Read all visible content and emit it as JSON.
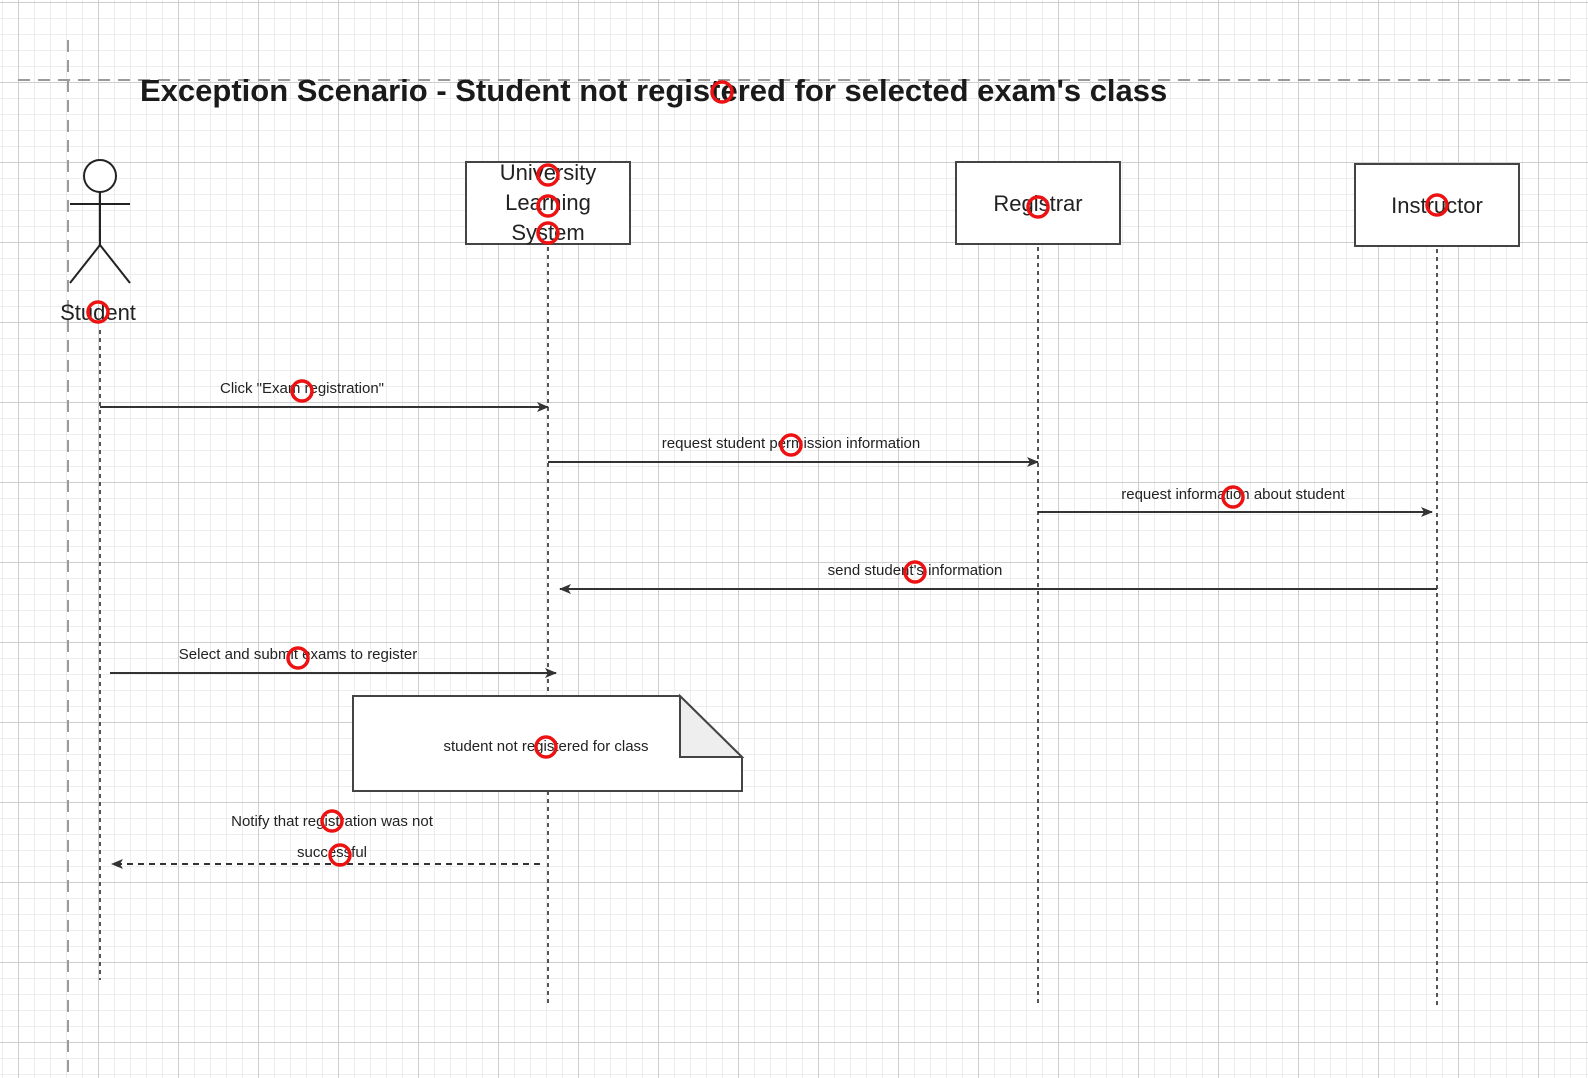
{
  "diagram": {
    "title": "Exception  Scenario - Student not registered for selected exam's class",
    "actor": {
      "label": "Student"
    },
    "participants": [
      {
        "id": "uls",
        "lines": [
          "University",
          "Learning",
          "System"
        ]
      },
      {
        "id": "registrar",
        "lines": [
          "Registrar"
        ]
      },
      {
        "id": "instructor",
        "lines": [
          "Instructor"
        ]
      }
    ],
    "messages": [
      {
        "id": "m1",
        "from": "student",
        "to": "uls",
        "lines": [
          "Click \"Exam registration\""
        ],
        "style": "solid"
      },
      {
        "id": "m2",
        "from": "uls",
        "to": "registrar",
        "lines": [
          "request student permission information"
        ],
        "style": "solid"
      },
      {
        "id": "m3",
        "from": "registrar",
        "to": "instructor",
        "lines": [
          "request information about student"
        ],
        "style": "solid"
      },
      {
        "id": "m4",
        "from": "instructor",
        "to": "uls",
        "lines": [
          "send student's information"
        ],
        "style": "solid"
      },
      {
        "id": "m5",
        "from": "student",
        "to": "uls",
        "lines": [
          "Select and submit exams to register"
        ],
        "style": "solid"
      },
      {
        "id": "m6",
        "from": "uls",
        "to": "student",
        "lines": [
          "Notify that registration was not",
          "successful"
        ],
        "style": "dashed"
      }
    ],
    "note": {
      "text": "student not registered for class"
    }
  },
  "colors": {
    "line": "#444444",
    "text": "#222222",
    "marker": "#ee1111",
    "grid": "#cfcfcf"
  }
}
